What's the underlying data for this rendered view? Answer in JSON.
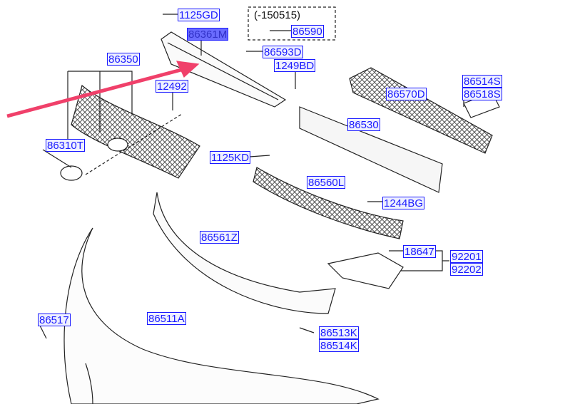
{
  "labels": {
    "p1125GD": "1125GD",
    "note": "(-150515)",
    "p86590": "86590",
    "p86361M": "86361M",
    "p86593D": "86593D",
    "p1249BD": "1249BD",
    "p86350": "86350",
    "p12492": "12492",
    "p86310T": "86310T",
    "p86514S": "86514S",
    "p86518S": "86518S",
    "p86570D": "86570D",
    "p86530": "86530",
    "p1125KD": "1125KD",
    "p86560L": "86560L",
    "p1244BG": "1244BG",
    "p86561Z": "86561Z",
    "p18647": "18647",
    "p92201": "92201",
    "p92202": "92202",
    "p86517": "86517",
    "p86511A": "86511A",
    "p86513K": "86513K",
    "p86514K": "86514K"
  },
  "colors": {
    "label": "#1a1aff",
    "highlight": "#6a6cff",
    "arrow": "#f0406a"
  }
}
